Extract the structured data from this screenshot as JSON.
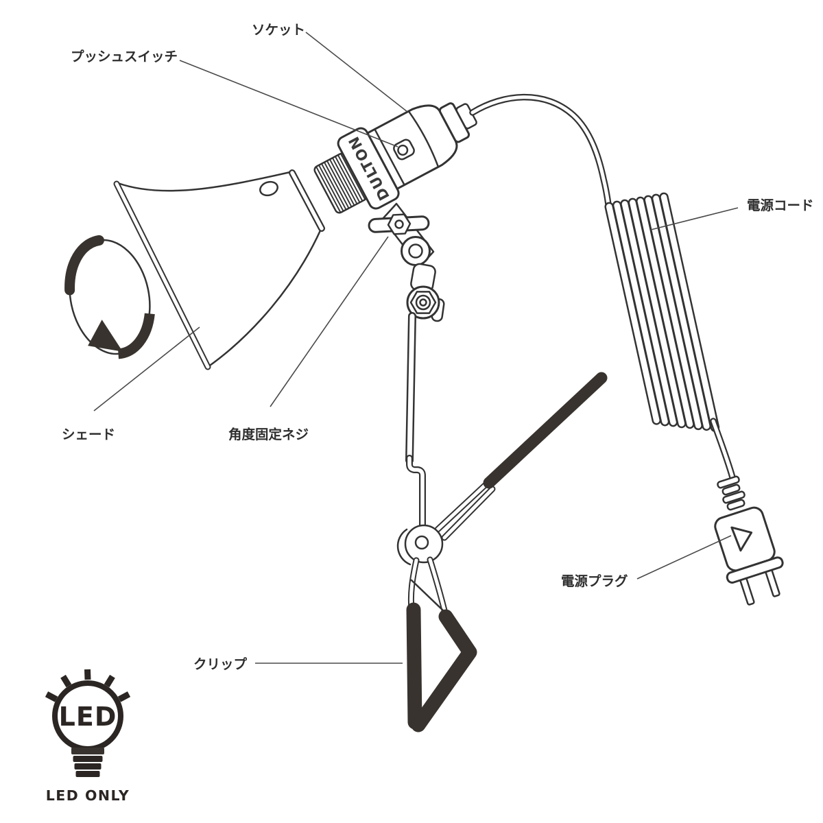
{
  "diagram": {
    "type": "product-parts-diagram",
    "product": "clip lamp",
    "brand_marking": "DULTON",
    "labels": [
      {
        "id": "socket",
        "text": "ソケット"
      },
      {
        "id": "push-switch",
        "text": "プッシュスイッチ"
      },
      {
        "id": "power-cord",
        "text": "電源コード"
      },
      {
        "id": "shade",
        "text": "シェード"
      },
      {
        "id": "angle-screw",
        "text": "角度固定ネジ"
      },
      {
        "id": "power-plug",
        "text": "電源プラグ"
      },
      {
        "id": "clip",
        "text": "クリップ"
      }
    ],
    "led_badge": {
      "bulb_text": "LED",
      "caption": "LED ONLY"
    },
    "colors": {
      "background": "#ffffff",
      "line_art": "#333333",
      "black_parts": "#38332e",
      "leader_line": "#4a4a4a",
      "text": "#2e2e2e"
    }
  }
}
